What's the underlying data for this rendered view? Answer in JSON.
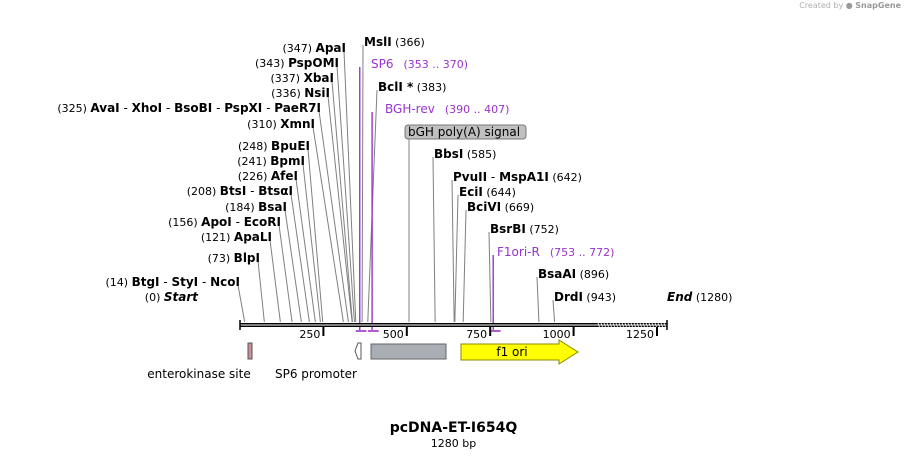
{
  "credit": {
    "prefix": "Created by",
    "brand": "SnapGene"
  },
  "map": {
    "title": "pcDNA-ET-I654Q",
    "size_label": "1280 bp",
    "total_bp": 1280,
    "ruler_ticks": [
      {
        "pos": 250,
        "label": "250"
      },
      {
        "pos": 500,
        "label": "500"
      },
      {
        "pos": 750,
        "label": "750"
      },
      {
        "pos": 1000,
        "label": "1000"
      },
      {
        "pos": 1250,
        "label": "1250"
      }
    ],
    "sites": [
      {
        "names": [
          "Start"
        ],
        "pos": "(0)",
        "bp": 0,
        "italic": true
      },
      {
        "names": [
          "BtgI",
          "StyI",
          "NcoI"
        ],
        "pos": "(14)",
        "bp": 14
      },
      {
        "names": [
          "BlpI"
        ],
        "pos": "(73)",
        "bp": 73
      },
      {
        "names": [
          "ApaLI"
        ],
        "pos": "(121)",
        "bp": 121
      },
      {
        "names": [
          "ApoI",
          "EcoRI"
        ],
        "pos": "(156)",
        "bp": 156
      },
      {
        "names": [
          "BsaI"
        ],
        "pos": "(184)",
        "bp": 184
      },
      {
        "names": [
          "BtsI",
          "BtsαI"
        ],
        "pos": "(208)",
        "bp": 208
      },
      {
        "names": [
          "AfeI"
        ],
        "pos": "(226)",
        "bp": 226
      },
      {
        "names": [
          "BpmI"
        ],
        "pos": "(241)",
        "bp": 241
      },
      {
        "names": [
          "BpuEI"
        ],
        "pos": "(248)",
        "bp": 248
      },
      {
        "names": [
          "XmnI"
        ],
        "pos": "(310)",
        "bp": 310
      },
      {
        "names": [
          "AvaI",
          "XhoI",
          "BsoBI",
          "PspXI",
          "PaeR7I"
        ],
        "pos": "(325)",
        "bp": 325
      },
      {
        "names": [
          "NsiI"
        ],
        "pos": "(336)",
        "bp": 336
      },
      {
        "names": [
          "XbaI"
        ],
        "pos": "(337)",
        "bp": 337
      },
      {
        "names": [
          "PspOMI"
        ],
        "pos": "(343)",
        "bp": 343
      },
      {
        "names": [
          "ApaI"
        ],
        "pos": "(347)",
        "bp": 347
      },
      {
        "names": [
          "MslI"
        ],
        "pos": "(366)",
        "bp": 366
      },
      {
        "names": [
          "BclI *"
        ],
        "pos": "(383)",
        "bp": 383
      },
      {
        "names": [
          "BbsI"
        ],
        "pos": "(585)",
        "bp": 585
      },
      {
        "names": [
          "PvuII",
          "MspA1I"
        ],
        "pos": "(642)",
        "bp": 642
      },
      {
        "names": [
          "EciI"
        ],
        "pos": "(644)",
        "bp": 644
      },
      {
        "names": [
          "BciVI"
        ],
        "pos": "(669)",
        "bp": 669
      },
      {
        "names": [
          "BsrBI"
        ],
        "pos": "(752)",
        "bp": 752
      },
      {
        "names": [
          "BsaAI"
        ],
        "pos": "(896)",
        "bp": 896
      },
      {
        "names": [
          "DrdI"
        ],
        "pos": "(943)",
        "bp": 943
      },
      {
        "names": [
          "End"
        ],
        "pos": "(1280)",
        "bp": 1280,
        "italic": true
      }
    ],
    "primers": [
      {
        "name": "SP6",
        "range": "(353 .. 370)",
        "start": 353,
        "end": 370
      },
      {
        "name": "BGH-rev",
        "range": "(390 .. 407)",
        "start": 390,
        "end": 407
      },
      {
        "name": "F1ori-R",
        "range": "(753 .. 772)",
        "start": 753,
        "end": 772
      }
    ],
    "features": [
      {
        "name": "enterokinase site",
        "start": 28,
        "end": 43,
        "color": "#c9909a",
        "label_shown": true
      },
      {
        "name": "SP6 promoter",
        "start": 352,
        "end": 370,
        "color": "#ffffff",
        "label_shown": true
      },
      {
        "name": "bGH poly(A) signal",
        "start": 404,
        "end": 635,
        "color": "#a9aeb4",
        "label_shown": true
      },
      {
        "name": "f1 ori",
        "start": 680,
        "end": 1108,
        "color": "#ffff00",
        "label_shown": true
      }
    ],
    "colors": {
      "primer": "#9933cc",
      "backbone": "#000000",
      "feature_label_bg": "#c0c0c0"
    }
  }
}
